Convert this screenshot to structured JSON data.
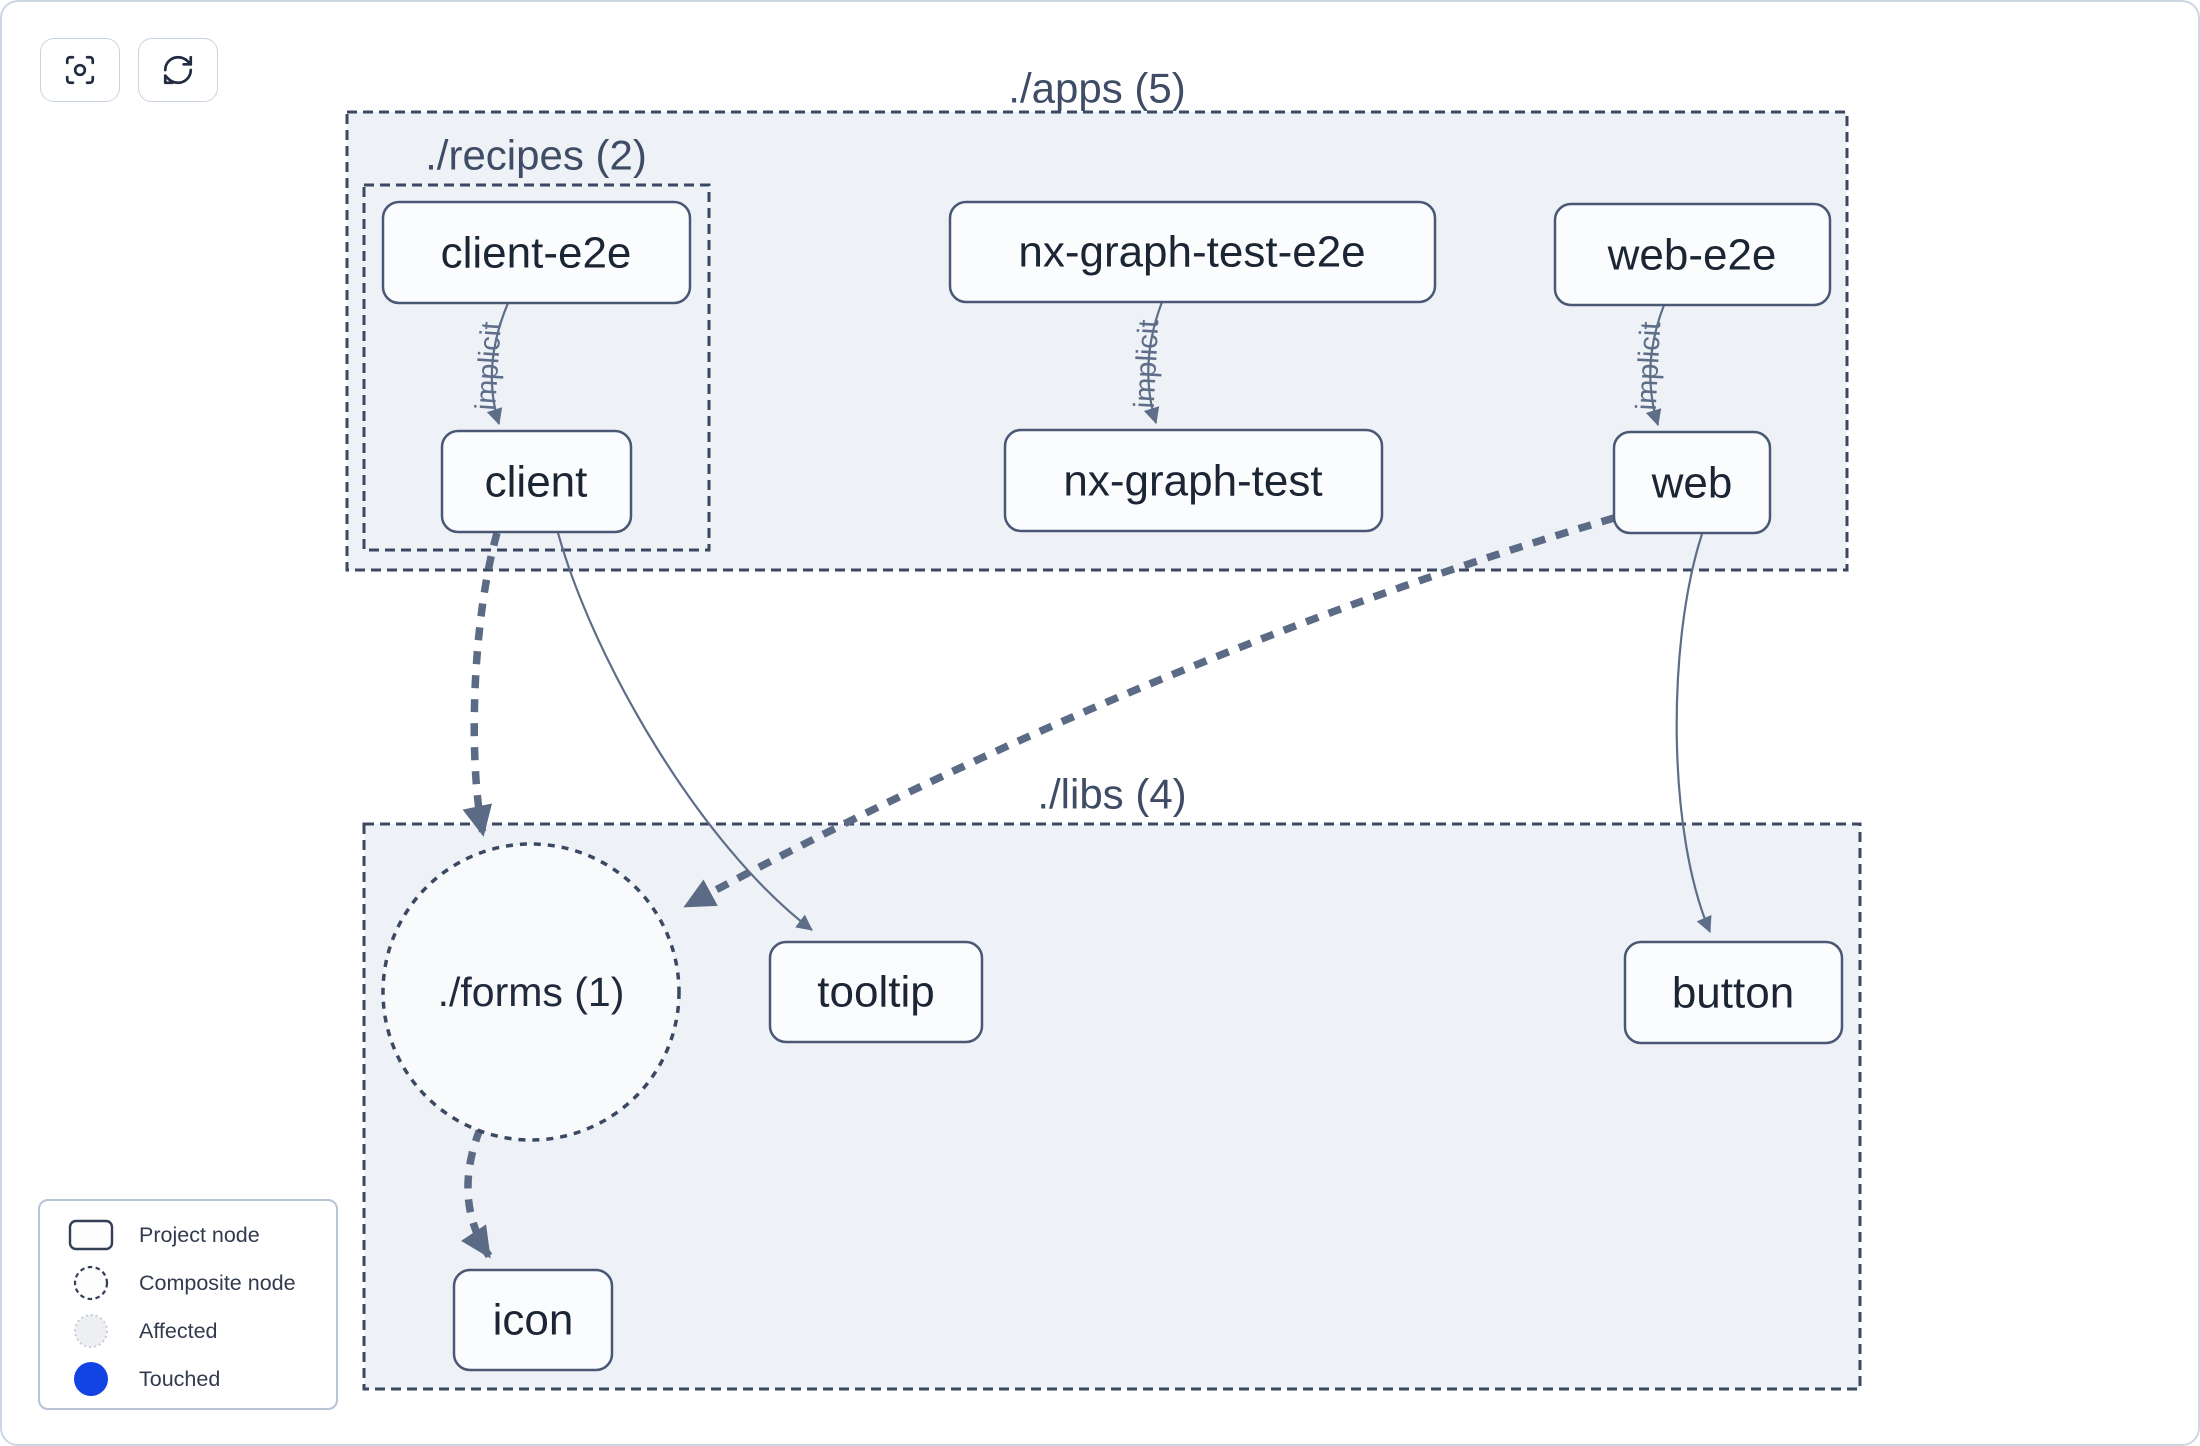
{
  "toolbar": {
    "buttons": [
      {
        "icon": "center-graph-icon"
      },
      {
        "icon": "refresh-icon"
      }
    ]
  },
  "graph": {
    "groups": [
      {
        "id": "apps",
        "label": "./apps (5)"
      },
      {
        "id": "recipes",
        "label": "./recipes (2)",
        "parent": "apps"
      },
      {
        "id": "libs",
        "label": "./libs (4)"
      }
    ],
    "composite_nodes": [
      {
        "id": "forms",
        "label": "./forms (1)",
        "parent": "libs"
      }
    ],
    "nodes": [
      {
        "id": "client-e2e",
        "label": "client-e2e",
        "parent": "recipes"
      },
      {
        "id": "client",
        "label": "client",
        "parent": "recipes"
      },
      {
        "id": "nx-graph-test-e2e",
        "label": "nx-graph-test-e2e",
        "parent": "apps"
      },
      {
        "id": "nx-graph-test",
        "label": "nx-graph-test",
        "parent": "apps"
      },
      {
        "id": "web-e2e",
        "label": "web-e2e",
        "parent": "apps"
      },
      {
        "id": "web",
        "label": "web",
        "parent": "apps"
      },
      {
        "id": "tooltip",
        "label": "tooltip",
        "parent": "libs"
      },
      {
        "id": "button",
        "label": "button",
        "parent": "libs"
      },
      {
        "id": "icon",
        "label": "icon",
        "parent": "libs"
      }
    ],
    "edges": [
      {
        "from": "client-e2e",
        "to": "client",
        "label": "implicit",
        "style": "thin"
      },
      {
        "from": "nx-graph-test-e2e",
        "to": "nx-graph-test",
        "label": "implicit",
        "style": "thin"
      },
      {
        "from": "web-e2e",
        "to": "web",
        "label": "implicit",
        "style": "thin"
      },
      {
        "from": "client",
        "to": "./forms (1)",
        "label": "",
        "style": "thick-dashed"
      },
      {
        "from": "client",
        "to": "tooltip",
        "label": "",
        "style": "thin"
      },
      {
        "from": "web",
        "to": "./forms (1)",
        "label": "",
        "style": "thick-dashed"
      },
      {
        "from": "web",
        "to": "button",
        "label": "",
        "style": "thin"
      },
      {
        "from": "./forms (1)",
        "to": "icon",
        "label": "",
        "style": "thick-dashed"
      }
    ]
  },
  "legend": {
    "items": [
      {
        "swatch": "project-node",
        "label": "Project node"
      },
      {
        "swatch": "composite-node",
        "label": "Composite node"
      },
      {
        "swatch": "affected",
        "label": "Affected"
      },
      {
        "swatch": "touched",
        "label": "Touched"
      }
    ]
  },
  "colors": {
    "container_fill": "#eef1f6",
    "node_fill": "#fbfcfe",
    "node_border": "#4a5875",
    "edge": "#5e6d88",
    "group_label": "#3e4c66",
    "node_text": "#1c2534",
    "touched_blue": "#1243e4",
    "affected_fill": "#edeff3"
  }
}
